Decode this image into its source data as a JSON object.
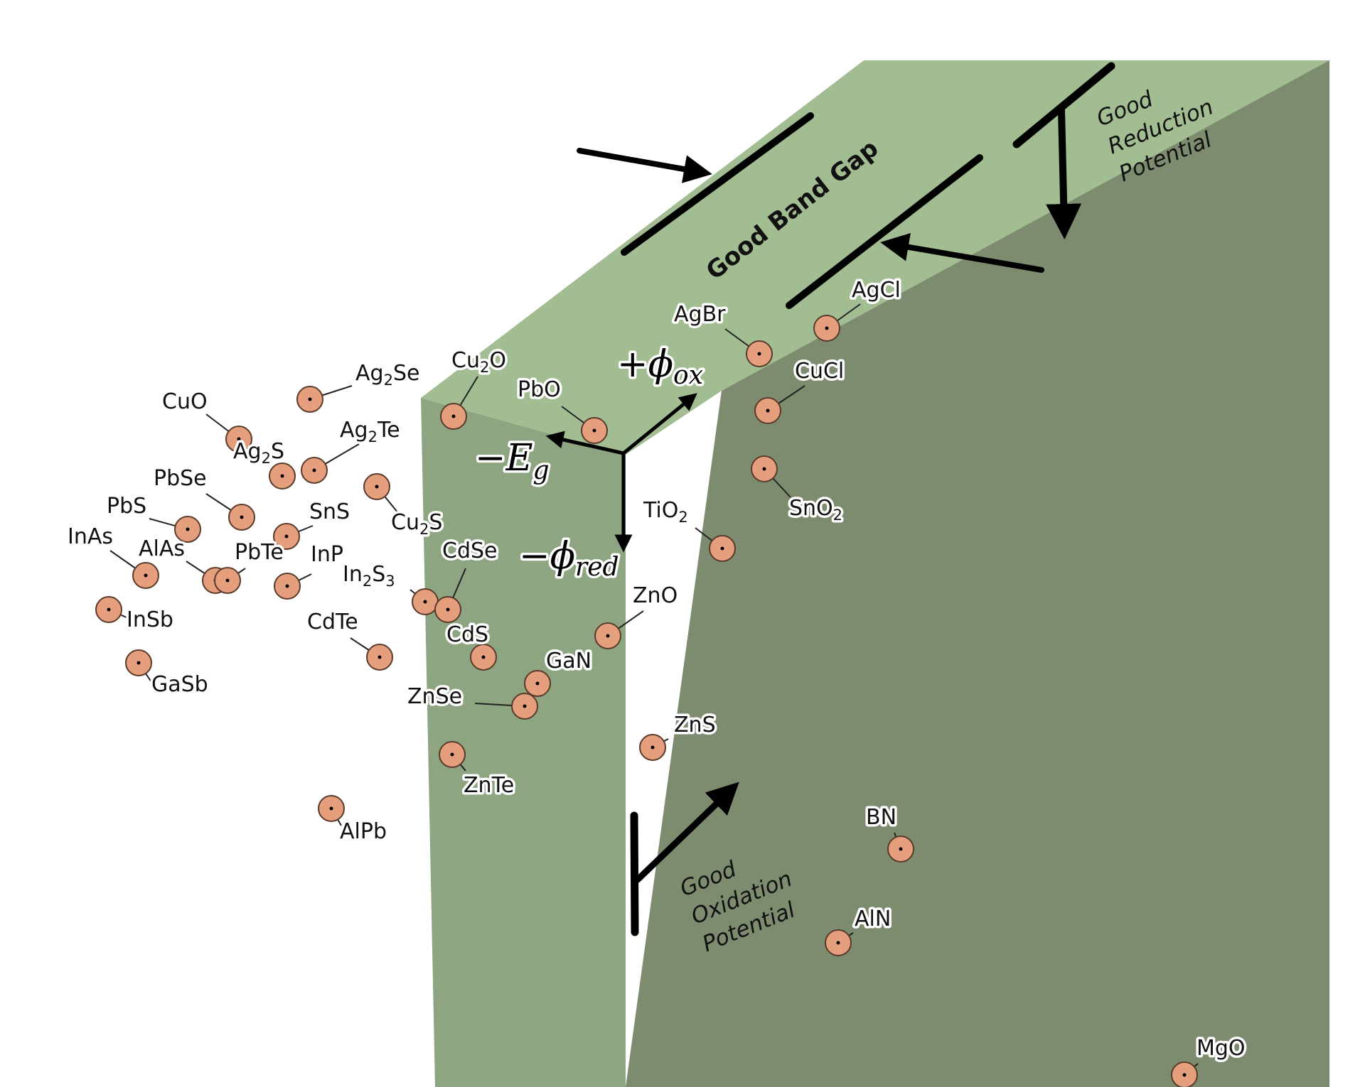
{
  "region_labels": {
    "band_gap": "Good Band Gap",
    "reduction": [
      "Good",
      "Reduction",
      "Potential"
    ],
    "oxidation": [
      "Good",
      "Oxidation",
      "Potential"
    ]
  },
  "axes": {
    "ox": {
      "sign": "+",
      "phi": "ϕ",
      "sub": "ox"
    },
    "eg": {
      "sign": "−",
      "main": "E",
      "sub": "g"
    },
    "red": {
      "sign": "−",
      "phi": "ϕ",
      "sub": "red"
    }
  },
  "materials": [
    {
      "id": "cu2o",
      "base": "Cu",
      "sub": "2",
      "rest": "O"
    },
    {
      "id": "ag2se",
      "base": "Ag",
      "sub": "2",
      "rest": "Se"
    },
    {
      "id": "cuo",
      "base": "CuO"
    },
    {
      "id": "ag2s",
      "base": "Ag",
      "sub": "2",
      "rest": "S"
    },
    {
      "id": "ag2te",
      "base": "Ag",
      "sub": "2",
      "rest": "Te"
    },
    {
      "id": "pbo",
      "base": "PbO"
    },
    {
      "id": "agbr",
      "base": "AgBr"
    },
    {
      "id": "agcl",
      "base": "AgCl"
    },
    {
      "id": "cucl",
      "base": "CuCl"
    },
    {
      "id": "sno2",
      "base": "SnO",
      "sub": "2"
    },
    {
      "id": "pbse",
      "base": "PbSe"
    },
    {
      "id": "pbs",
      "base": "PbS"
    },
    {
      "id": "sns",
      "base": "SnS"
    },
    {
      "id": "cu2s",
      "base": "Cu",
      "sub": "2",
      "rest": "S"
    },
    {
      "id": "inas",
      "base": "InAs"
    },
    {
      "id": "alas",
      "base": "AlAs"
    },
    {
      "id": "pbte",
      "base": "PbTe"
    },
    {
      "id": "inp",
      "base": "InP"
    },
    {
      "id": "in2s3",
      "base": "In",
      "sub": "2",
      "rest": "S",
      "sub2": "3"
    },
    {
      "id": "cdse",
      "base": "CdSe"
    },
    {
      "id": "tio2",
      "base": "TiO",
      "sub": "2"
    },
    {
      "id": "insb",
      "base": "InSb"
    },
    {
      "id": "cdte",
      "base": "CdTe"
    },
    {
      "id": "cds",
      "base": "CdS"
    },
    {
      "id": "zno",
      "base": "ZnO"
    },
    {
      "id": "gasb",
      "base": "GaSb"
    },
    {
      "id": "gan",
      "base": "GaN"
    },
    {
      "id": "znse",
      "base": "ZnSe"
    },
    {
      "id": "zns",
      "base": "ZnS"
    },
    {
      "id": "znte",
      "base": "ZnTe"
    },
    {
      "id": "alpb",
      "base": "AlPb"
    },
    {
      "id": "bn",
      "base": "BN"
    },
    {
      "id": "aln",
      "base": "AlN"
    },
    {
      "id": "mgo",
      "base": "MgO"
    }
  ],
  "colors": {
    "top_face": "#a3bd93",
    "front_face": "#8ea581",
    "right_face": "#7d8b6f",
    "point_fill": "#e59f7d",
    "point_stroke": "#5a3a2a"
  }
}
